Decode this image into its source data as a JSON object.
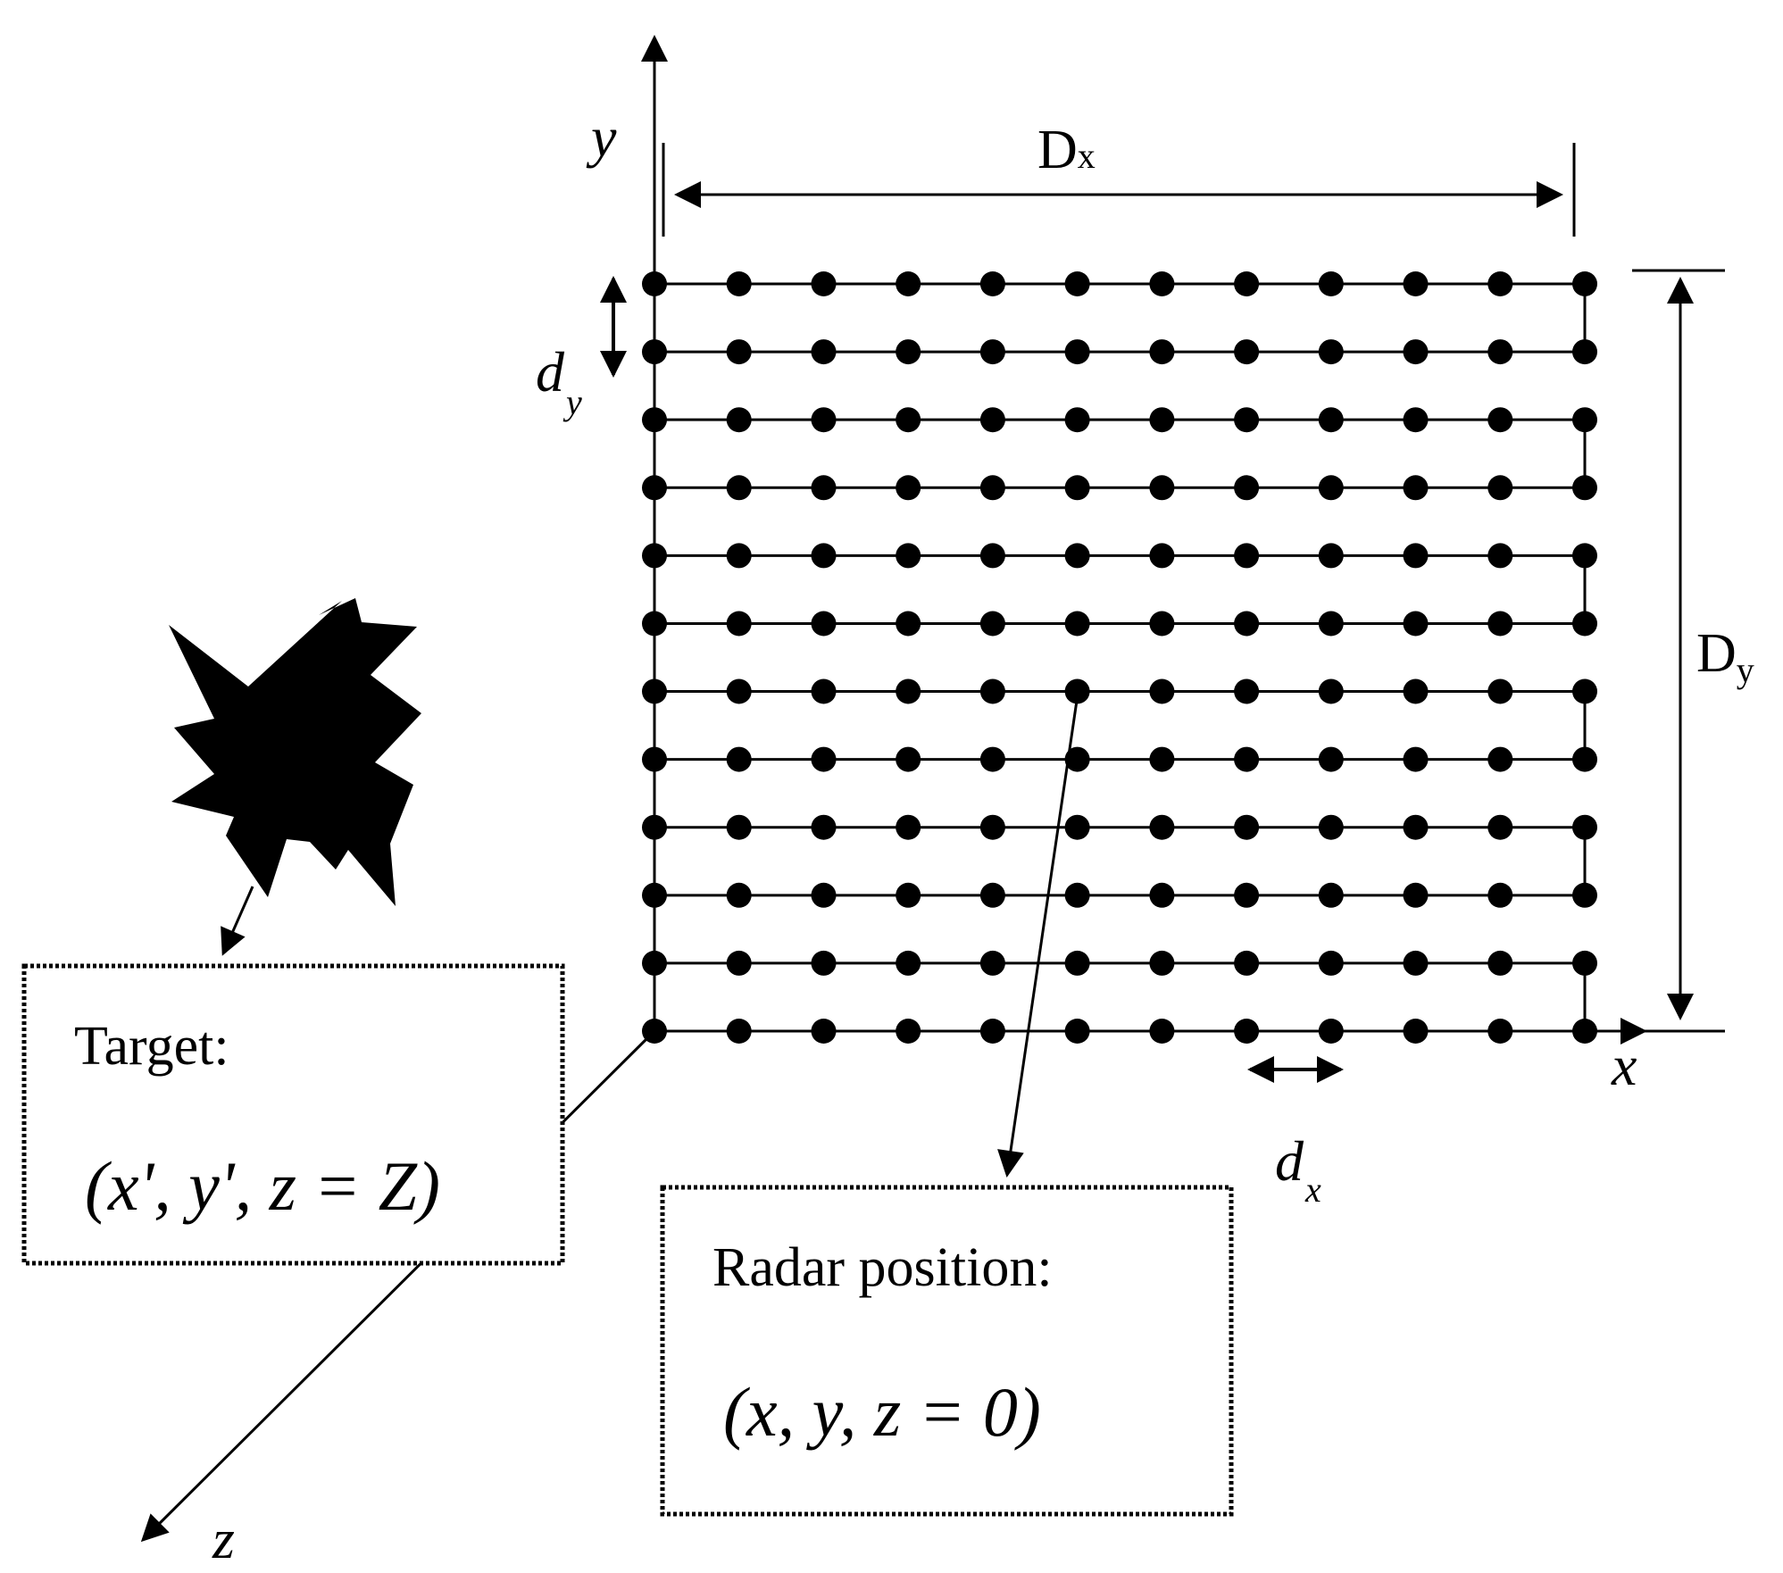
{
  "axes": {
    "x": "x",
    "y": "y",
    "z": "z"
  },
  "dimensions": {
    "Dx_main": "D",
    "Dx_sub": "x",
    "Dy_main": "D",
    "Dy_sub": "y",
    "dx_main": "d",
    "dx_sub": "x",
    "dy_main": "d",
    "dy_sub": "y"
  },
  "target_box": {
    "title": "Target:",
    "coords": "(x', y', z = Z)"
  },
  "radar_box": {
    "title": "Radar position:",
    "coords": "(x, y, z = 0)"
  },
  "grid": {
    "rows": 12,
    "cols": 12
  },
  "colors": {
    "ink": "#000000",
    "background": "#ffffff"
  },
  "icons": {
    "target": "starburst-icon"
  }
}
